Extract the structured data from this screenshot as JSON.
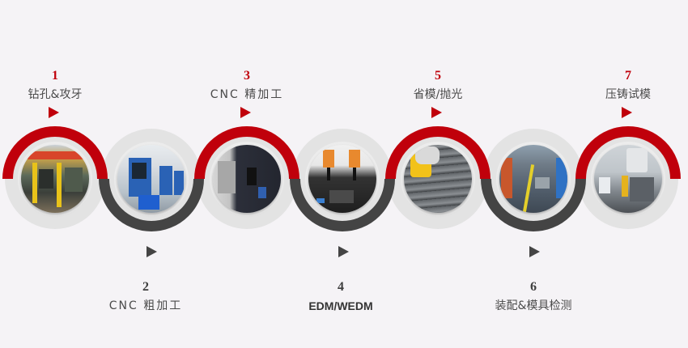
{
  "colors": {
    "background": "#f5f3f6",
    "accent_red": "#c0000b",
    "dark_ring": "#444444",
    "light_disk": "#e2e2e2",
    "text": "#4a4a4a"
  },
  "steps": [
    {
      "number": "1",
      "title": "钻孔&攻牙",
      "position": "top",
      "image": "drilling-tapping-machines-photo",
      "icon": "play-arrow-icon"
    },
    {
      "number": "2",
      "title": "CNC 粗加工",
      "position": "bottom",
      "image": "cnc-rough-machining-photo",
      "icon": "play-arrow-icon"
    },
    {
      "number": "3",
      "title": "CNC 精加工",
      "position": "top",
      "image": "cnc-finish-machining-photo",
      "icon": "play-arrow-icon"
    },
    {
      "number": "4",
      "title": "EDM/WEDM",
      "position": "bottom",
      "image": "edm-wedm-machines-photo",
      "icon": "play-arrow-icon"
    },
    {
      "number": "5",
      "title": "省模/抛光",
      "position": "top",
      "image": "mold-polishing-photo",
      "icon": "play-arrow-icon"
    },
    {
      "number": "6",
      "title": "装配&模具检测",
      "position": "bottom",
      "image": "assembly-mold-inspection-photo",
      "icon": "play-arrow-icon"
    },
    {
      "number": "7",
      "title": "压铸试模",
      "position": "top",
      "image": "die-casting-trial-photo",
      "icon": "play-arrow-icon"
    }
  ]
}
